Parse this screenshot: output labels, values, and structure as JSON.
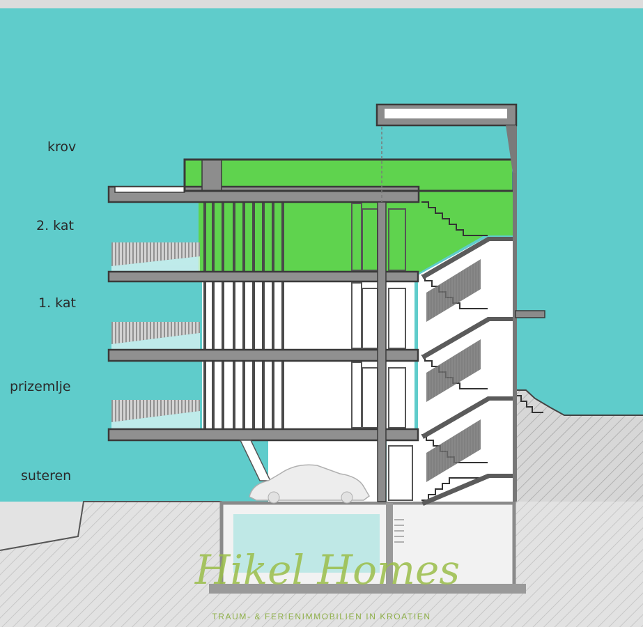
{
  "floor_labels": {
    "krov": "krov",
    "kat2": "2. kat",
    "kat1": "1. kat",
    "prizemlje": "prizemlje",
    "suteren": "suteren"
  },
  "watermark": {
    "logo_text": "Hikel Homes",
    "tagline": "TRAUM- & FERIENIMMOBILIEN IN KROATIEN"
  },
  "colors": {
    "sky": "#5fcccb",
    "highlight": "#5fd34e",
    "ground": "#d7d7d7",
    "wall": "#4c4c4c",
    "logo": "#9bbe4a"
  }
}
